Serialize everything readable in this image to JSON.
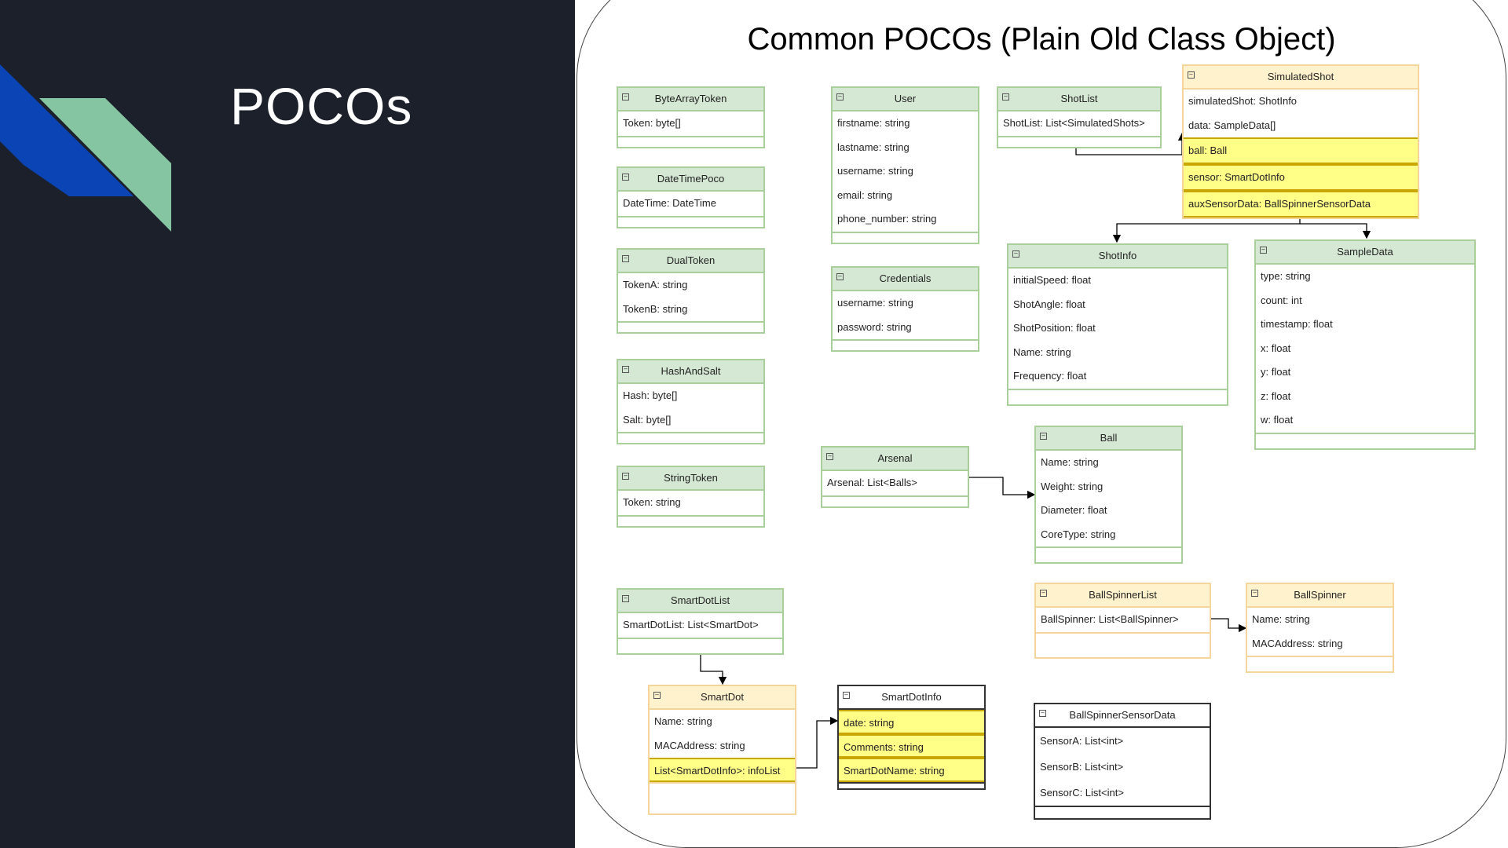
{
  "slide": {
    "title": "POCOs"
  },
  "diagram": {
    "title": "Common POCOs (Plain Old Class Object)",
    "classes": {
      "bytearraytoken": {
        "name": "ByteArrayToken",
        "fields": [
          "Token: byte[]"
        ]
      },
      "datetimepoco": {
        "name": "DateTimePoco",
        "fields": [
          "DateTime: DateTime"
        ]
      },
      "dualtoken": {
        "name": "DualToken",
        "fields": [
          "TokenA: string",
          "TokenB: string"
        ]
      },
      "hashandsalt": {
        "name": "HashAndSalt",
        "fields": [
          "Hash: byte[]",
          "Salt: byte[]"
        ]
      },
      "stringtoken": {
        "name": "StringToken",
        "fields": [
          "Token: string"
        ]
      },
      "user": {
        "name": "User",
        "fields": [
          "firstname: string",
          "lastname: string",
          "username: string",
          "email: string",
          "phone_number: string"
        ]
      },
      "credentials": {
        "name": "Credentials",
        "fields": [
          "username: string",
          "password: string"
        ]
      },
      "shotlist": {
        "name": "ShotList",
        "fields": [
          "ShotList: List<SimulatedShots>"
        ]
      },
      "simulatedshot": {
        "name": "SimulatedShot",
        "fields": [
          "simulatedShot: ShotInfo",
          "data: SampleData[]",
          "ball: Ball",
          "sensor: SmartDotInfo",
          "auxSensorData: BallSpinnerSensorData"
        ]
      },
      "shotinfo": {
        "name": "ShotInfo",
        "fields": [
          "initialSpeed: float",
          "ShotAngle: float",
          "ShotPosition: float",
          "Name: string",
          "Frequency: float"
        ]
      },
      "sampledata": {
        "name": "SampleData",
        "fields": [
          "type: string",
          "count: int",
          "timestamp: float",
          "x: float",
          "y: float",
          "z: float",
          "w: float"
        ]
      },
      "arsenal": {
        "name": "Arsenal",
        "fields": [
          "Arsenal: List<Balls>"
        ]
      },
      "ball": {
        "name": "Ball",
        "fields": [
          "Name: string",
          "Weight: string",
          "Diameter: float",
          "CoreType: string"
        ]
      },
      "smartdotlist": {
        "name": "SmartDotList",
        "fields": [
          "SmartDotList: List<SmartDot>"
        ]
      },
      "smartdot": {
        "name": "SmartDot",
        "fields": [
          "Name: string",
          "MACAddress: string",
          "List<SmartDotInfo>: infoList"
        ]
      },
      "smartdotinfo": {
        "name": "SmartDotInfo",
        "fields": [
          "date: string",
          "Comments: string",
          "SmartDotName: string"
        ]
      },
      "ballspinnerlist": {
        "name": "BallSpinnerList",
        "fields": [
          "BallSpinner: List<BallSpinner>"
        ]
      },
      "ballspinner": {
        "name": "BallSpinner",
        "fields": [
          "Name: string",
          "MACAddress: string"
        ]
      },
      "ballspinnersensordata": {
        "name": "BallSpinnerSensorData",
        "fields": [
          "SensorA: List<int>",
          "SensorB: List<int>",
          "SensorC: List<int>"
        ]
      }
    }
  },
  "colors": {
    "background": "#1b202b",
    "accent_blue": "#0a44b5",
    "accent_green": "#86c5a1",
    "class_green": "#d5e8d4",
    "class_orange": "#fff2cc",
    "highlight_yellow": "#ffff88"
  }
}
